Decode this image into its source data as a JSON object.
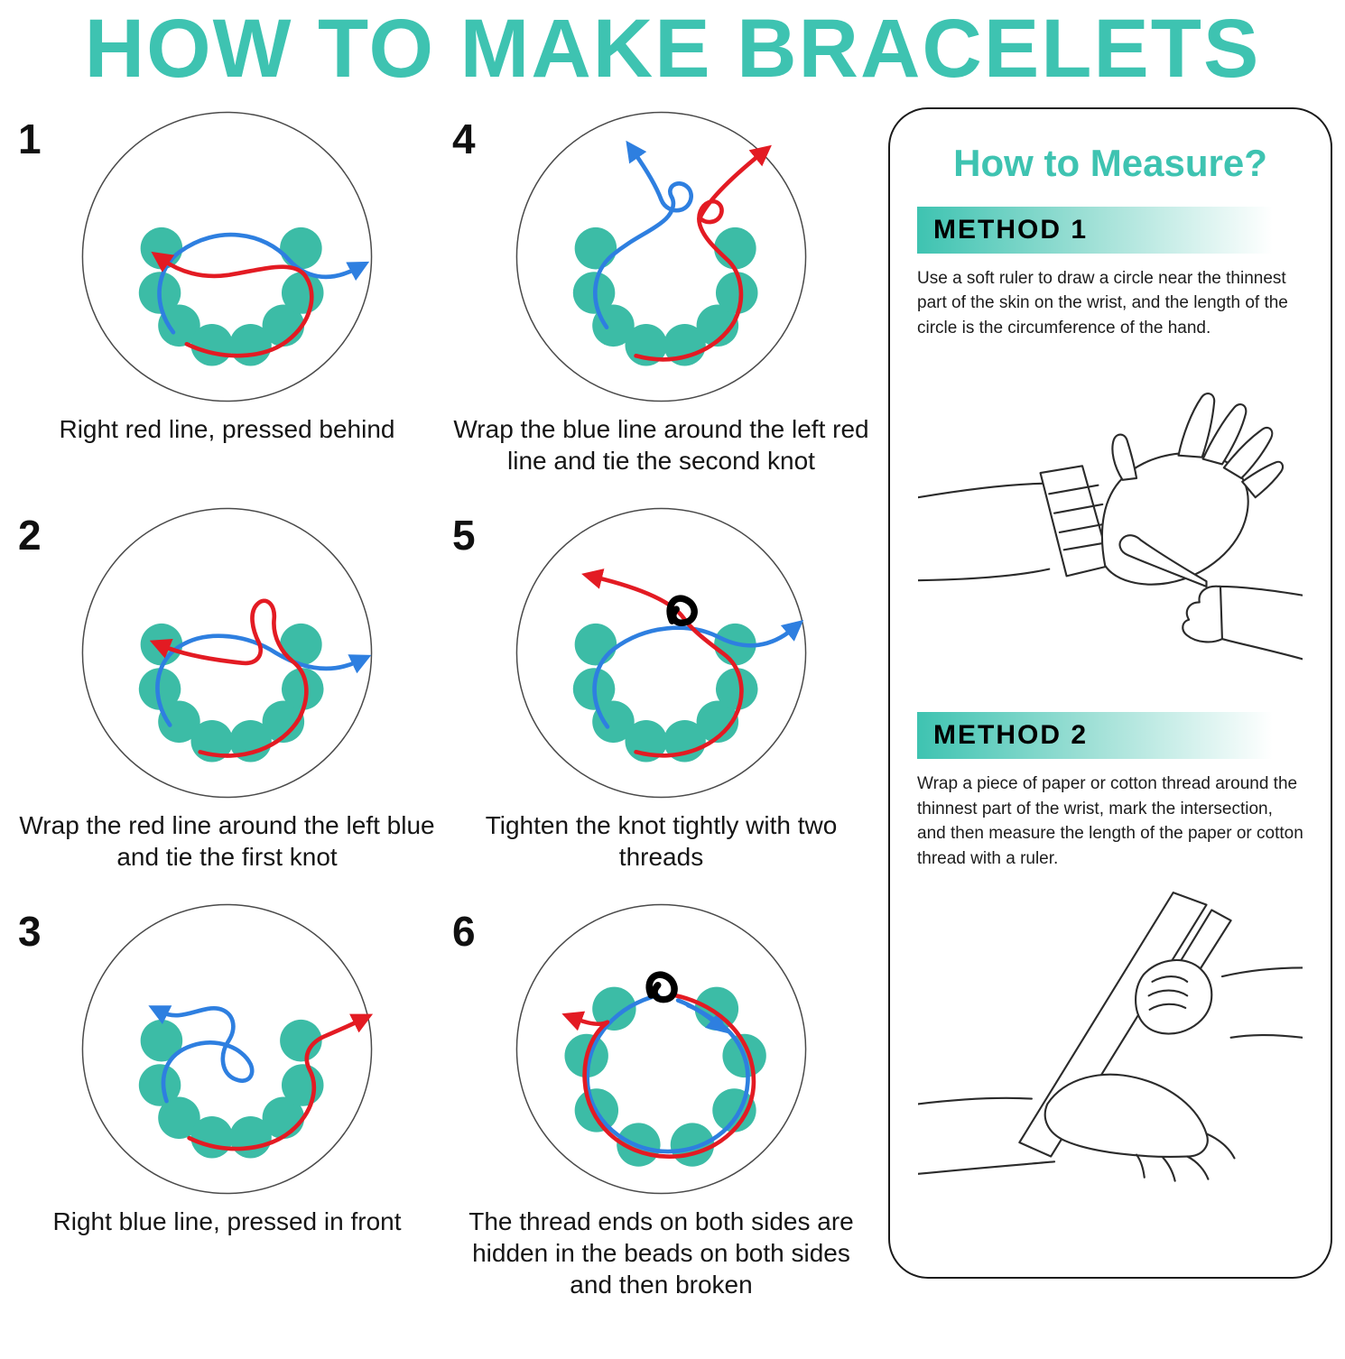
{
  "page": {
    "title": "HOW TO MAKE BRACELETS"
  },
  "steps": [
    {
      "number": "1",
      "caption": "Right red line, pressed behind"
    },
    {
      "number": "2",
      "caption": "Wrap the red line around the left blue and tie the first knot"
    },
    {
      "number": "3",
      "caption": "Right blue line, pressed in front"
    },
    {
      "number": "4",
      "caption": "Wrap the blue line around the left red line and tie the second knot"
    },
    {
      "number": "5",
      "caption": "Tighten the knot tightly with two threads"
    },
    {
      "number": "6",
      "caption": "The thread ends on both sides are hidden in the beads on both sides and then broken"
    }
  ],
  "measure": {
    "title": "How to Measure?",
    "methods": [
      {
        "label": "METHOD 1",
        "text": "Use a soft ruler to draw a circle near the thinnest part of the skin on the wrist, and the length of the circle is the circumference of the hand."
      },
      {
        "label": "METHOD 2",
        "text": "Wrap a piece of paper or cotton thread around the thinnest part of the wrist, mark the intersection, and then measure the length of the paper or cotton thread with a ruler."
      }
    ]
  },
  "colors": {
    "accent": "#3EC3B1",
    "bead": "#3CBCA6",
    "red": "#E31B23",
    "blue": "#2E7FE0",
    "knot": "#000000"
  }
}
